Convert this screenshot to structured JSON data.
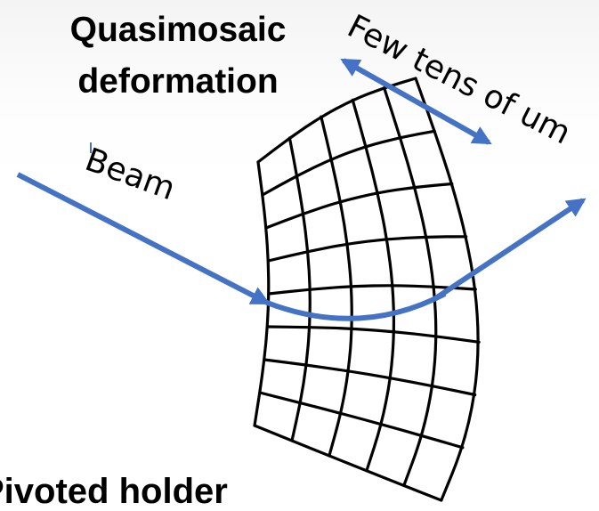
{
  "title": {
    "line1": "Quasimosaic",
    "line2": "deformation"
  },
  "labels": {
    "beam": "Beam",
    "scale": "Few tens of um",
    "bottom": "Pivoted holder"
  },
  "colors": {
    "beam": "#4472c4",
    "scale_arrow": "#4472c4",
    "grid": "#000000"
  }
}
